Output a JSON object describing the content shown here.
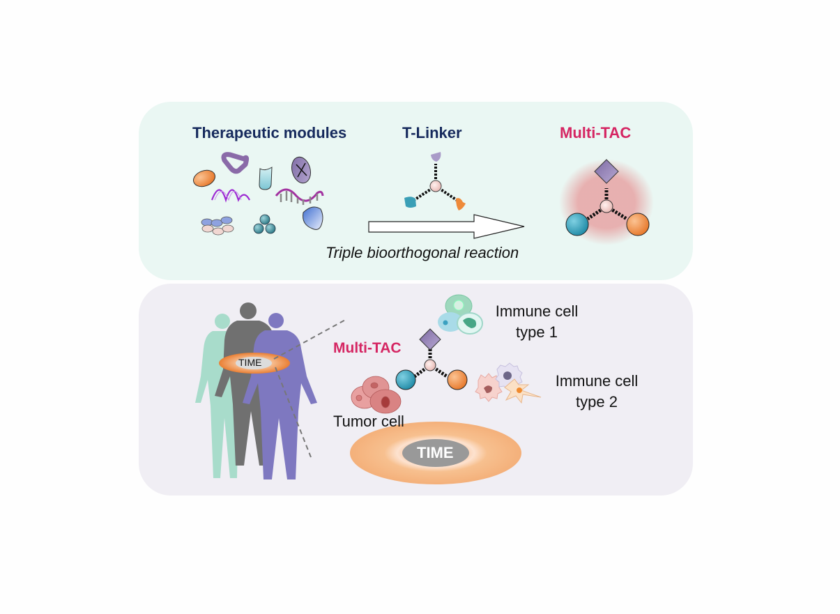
{
  "top_panel": {
    "therapeutic_modules_label": "Therapeutic modules",
    "t_linker_label": "T-Linker",
    "multi_tac_label": "Multi-TAC",
    "reaction_label": "Triple bioorthogonal reaction",
    "modules": [
      "antibody-fragment",
      "peptide",
      "small-protein",
      "nanobody",
      "mrna",
      "aptamer",
      "cell-cluster",
      "nanoparticle",
      "protein-domain"
    ]
  },
  "bottom_panel": {
    "multi_tac_label": "Multi-TAC",
    "body_time_label": "TIME",
    "time_label": "TIME",
    "tumor_cell_label": "Tumor cell",
    "immune_type1_line1": "Immune cell",
    "immune_type1_line2": "type 1",
    "immune_type2_line1": "Immune cell",
    "immune_type2_line2": "type 2"
  },
  "colors": {
    "navy": "#15295c",
    "pink": "#d52562",
    "top_bg": "#eaf7f3",
    "bottom_bg": "#f0eef4",
    "teal": "#2f9fb8",
    "orange": "#ee8a3a",
    "purple": "#8a78b0"
  }
}
